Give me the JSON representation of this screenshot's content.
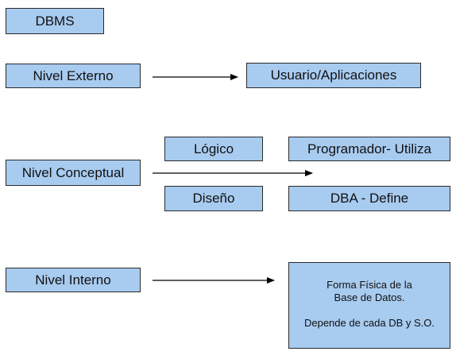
{
  "title": "DBMS",
  "levels": {
    "external": {
      "label": "Nivel Externo",
      "target": "Usuario/Aplicaciones"
    },
    "conceptual": {
      "label": "Nivel Conceptual",
      "logical": "Lógico",
      "design": "Diseño",
      "logical_target": "Programador- Utiliza",
      "design_target": "DBA - Define"
    },
    "internal": {
      "label": "Nivel Interno",
      "target_lines": [
        "Forma Física de la",
        "Base de Datos.",
        "",
        "Depende de cada DB y S.O."
      ]
    }
  },
  "colors": {
    "box_fill": "#a8cbf0",
    "box_border": "#2a2a2a",
    "arrow": "#000000"
  }
}
